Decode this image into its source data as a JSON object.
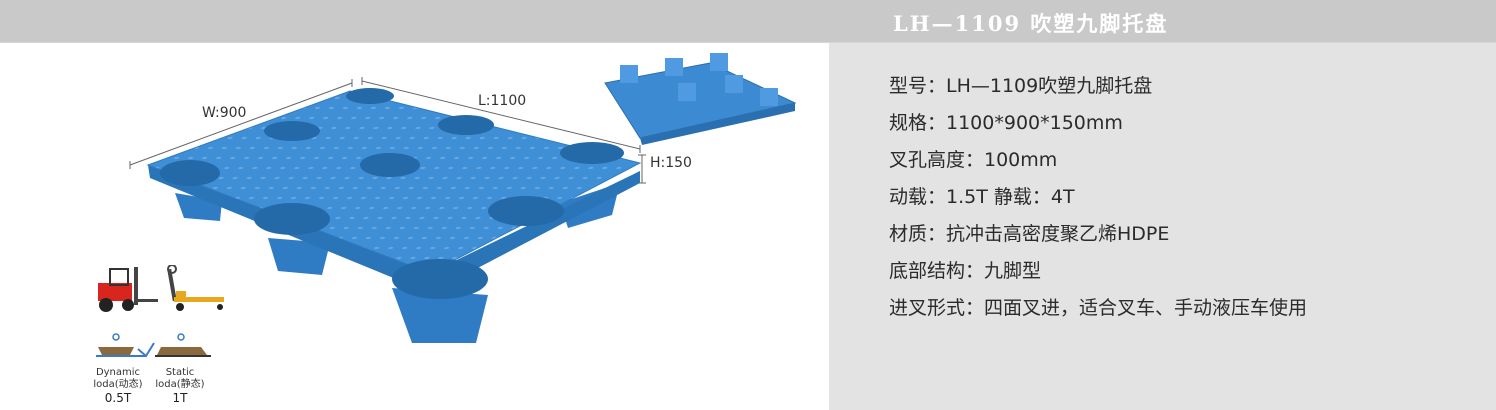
{
  "header": {
    "title": "LH—1109  吹塑九脚托盘"
  },
  "dimensions": {
    "width_label": "W:900",
    "length_label": "L:1100",
    "height_label": "H:150"
  },
  "specs": [
    "型号：LH—1109吹塑九脚托盘",
    "规格：1100*900*150mm",
    "叉孔高度：100mm",
    "动载：1.5T 静载：4T",
    "材质：抗冲击高密度聚乙烯HDPE",
    "底部结构：九脚型",
    "进叉形式：四面叉进，适合叉车、手动液压车使用"
  ],
  "load_icons": {
    "dynamic": {
      "line1": "Dynamic",
      "line2": "loda(动态)",
      "value": "0.5T"
    },
    "static": {
      "line1": "Static",
      "line2": "loda(静态)",
      "value": "1T"
    }
  },
  "colors": {
    "title_bar": "#c9c9c9",
    "right_panel": "#e3e3e3",
    "pallet_blue": "#3f8fd6"
  }
}
